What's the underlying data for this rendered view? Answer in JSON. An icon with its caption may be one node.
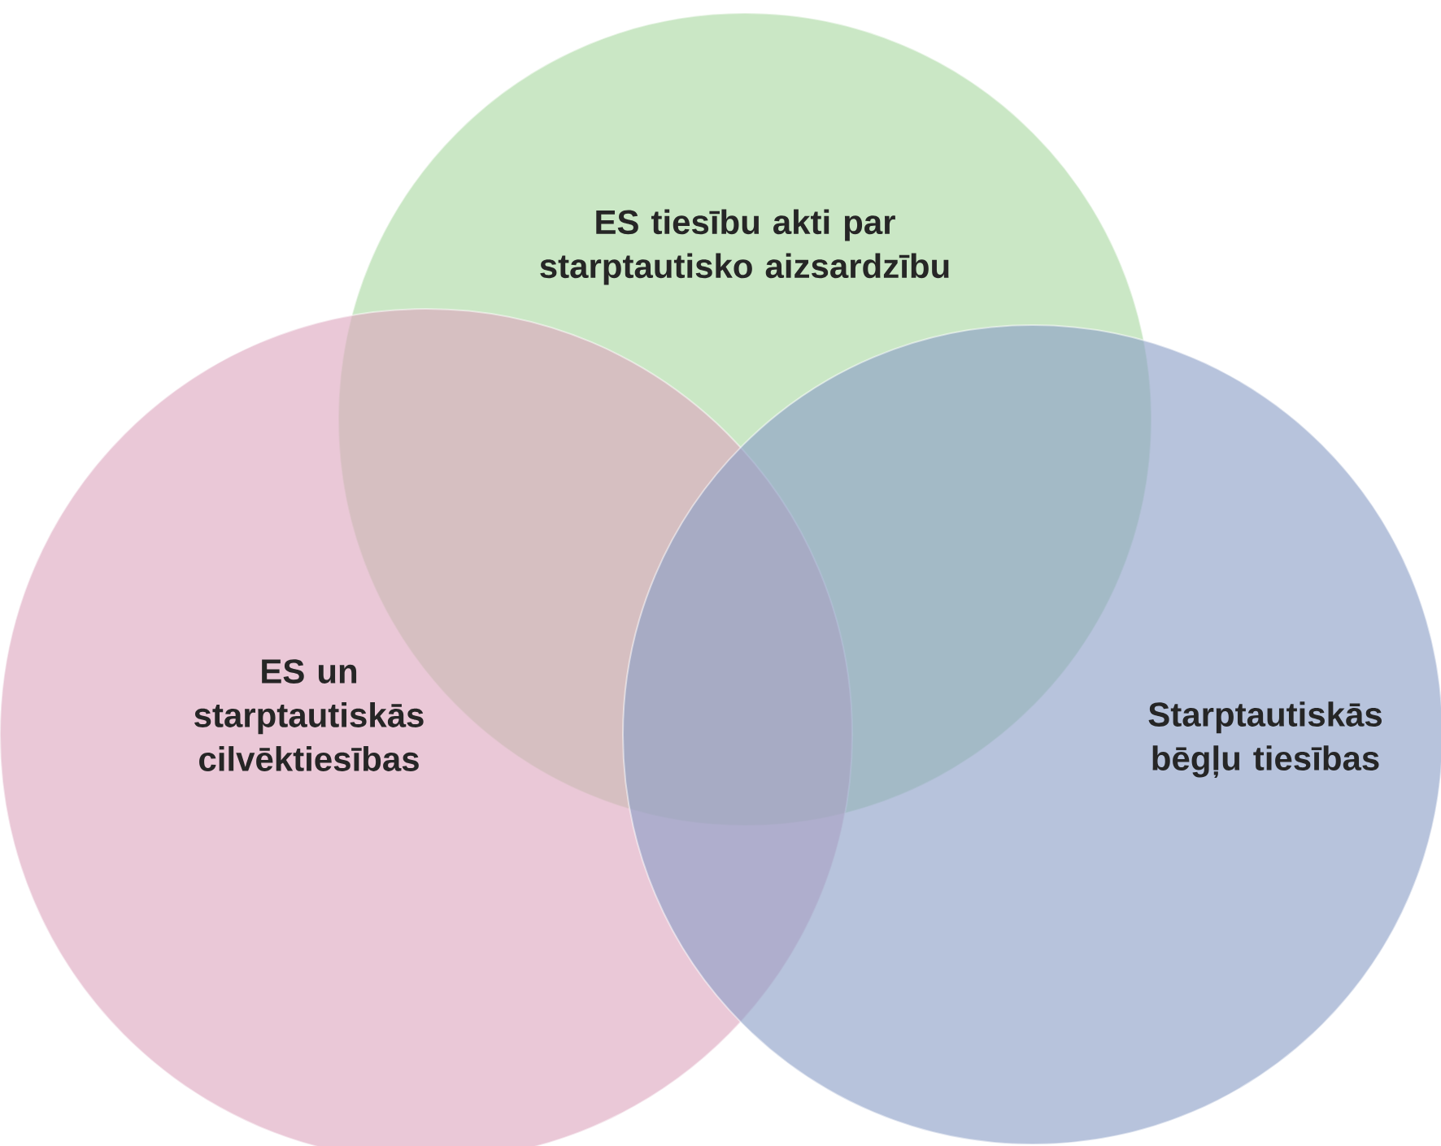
{
  "diagram": {
    "nodes": [
      {
        "text": [
          "ES tiesību akti par starptautisko aizsardzību"
        ]
      },
      {
        "text": [
          "ES un starptautiskās cilvēktiesības"
        ]
      },
      {
        "text": [
          "Starptautiskās bēgļu tiesības"
        ]
      }
    ]
  }
}
